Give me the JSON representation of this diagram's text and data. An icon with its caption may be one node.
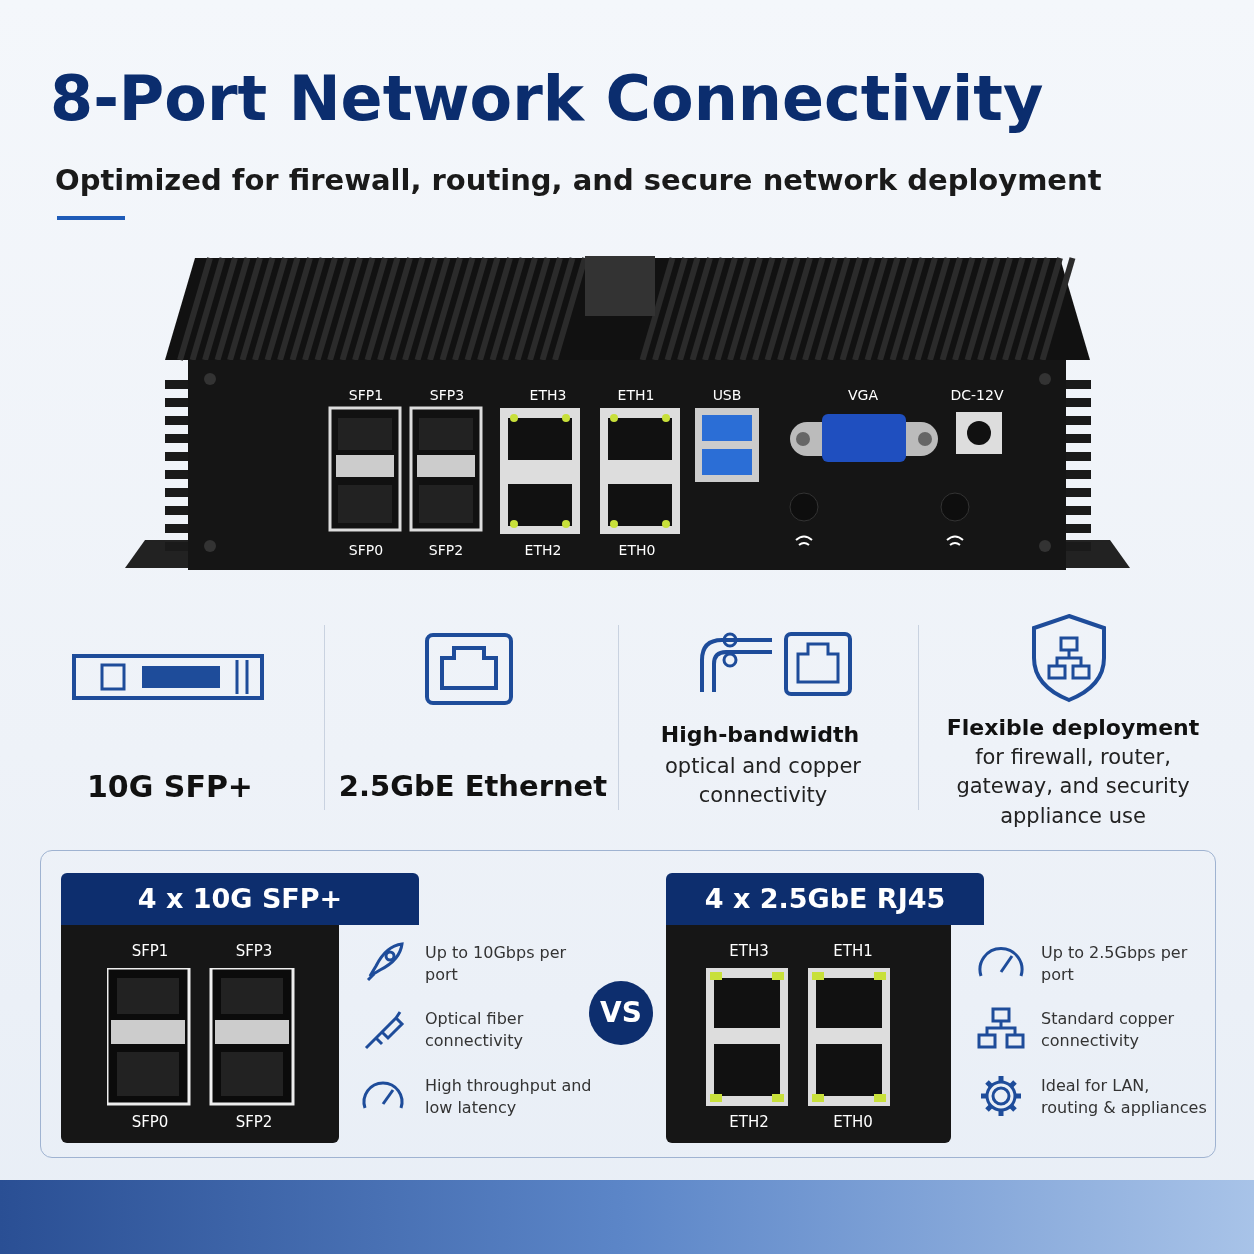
{
  "diagram": {
    "title": "8-Port Network Connectivity",
    "nodes": [
      {
        "text": [],
        "shape": "box"
      },
      {
        "text": [
          "4 x 10G SFP+"
        ],
        "in": 0
      },
      {
        "text": [
          "SFP1",
          "SFP3",
          "SFP0",
          "SFP2"
        ],
        "in": 0
      },
      {
        "text": [
          "VS"
        ],
        "in": 0
      },
      {
        "text": [
          "4 x 2.5GbE RJ45"
        ],
        "in": 0
      },
      {
        "text": [
          "ETH3",
          "ETH1",
          "ETH2",
          "ETH0"
        ],
        "in": 0
      }
    ],
    "edges": [],
    "labels": [
      "Optimized for firewall, routing, and secure network deployment",
      "SFP1",
      "SFP3",
      "ETH3",
      "ETH1",
      "USB",
      "VGA",
      "DC-12V",
      "SFP0",
      "SFP2",
      "ETH2",
      "ETH0",
      "10G SFP+",
      "2.5GbE Ethernet",
      "High-bandwidth",
      "optical and copper connectivity",
      "Flexible deployment",
      "for firewall, router, gateway, and security appliance use",
      "Up to 10Gbps per port",
      "Optical fiber connectivity",
      "High throughput and low latency",
      "Up to 2.5Gbps per port",
      "Standard copper connectivity",
      "Ideal for LAN, routing & appliances"
    ]
  }
}
